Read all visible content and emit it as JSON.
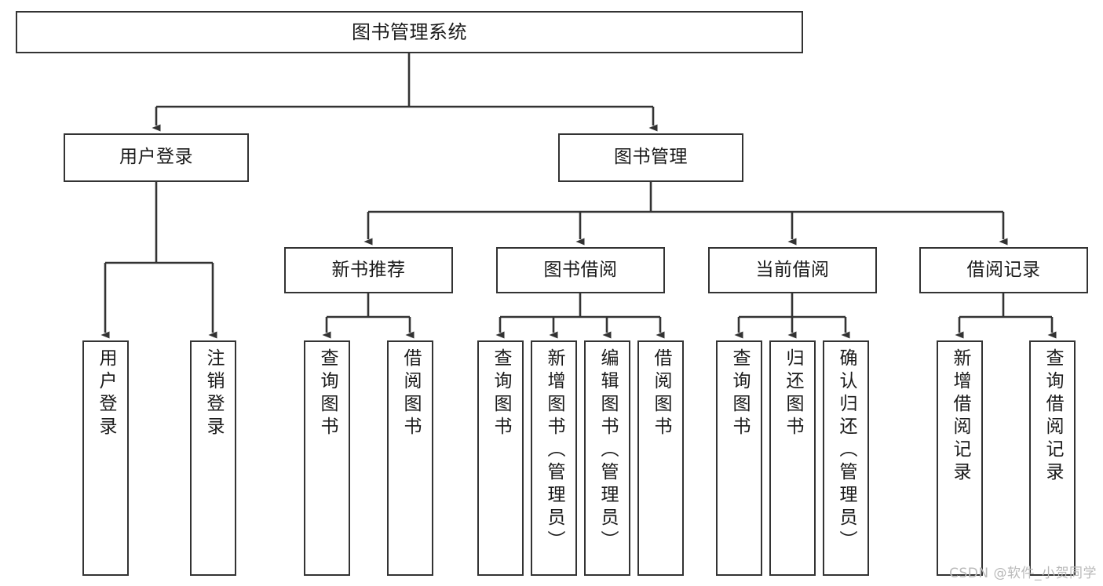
{
  "diagram": {
    "title": "图书管理系统",
    "type": "tree-hierarchy",
    "watermark": "CSDN @软件_小贺同学",
    "colors": {
      "box_border": "#333333",
      "box_fill": "#ffffff",
      "edge": "#333333",
      "text": "#1a1a1a",
      "watermark": "#b9b9b9"
    },
    "nodes": {
      "root": {
        "label": "图书管理系统"
      },
      "level2": [
        {
          "label": "用户登录"
        },
        {
          "label": "图书管理"
        }
      ],
      "level3": [
        {
          "label": "新书推荐"
        },
        {
          "label": "图书借阅"
        },
        {
          "label": "当前借阅"
        },
        {
          "label": "借阅记录"
        }
      ],
      "leaves": {
        "user_login": [
          {
            "label": "用户登录"
          },
          {
            "label": "注销登录"
          }
        ],
        "new_book_recommend": [
          {
            "label": "查询图书"
          },
          {
            "label": "借阅图书"
          }
        ],
        "book_borrow": [
          {
            "label": "查询图书"
          },
          {
            "label": "新增图书（管理员）"
          },
          {
            "label": "编辑图书（管理员）"
          },
          {
            "label": "借阅图书"
          }
        ],
        "current_borrow": [
          {
            "label": "查询图书"
          },
          {
            "label": "归还图书"
          },
          {
            "label": "确认归还（管理员）"
          }
        ],
        "borrow_record": [
          {
            "label": "新增借阅记录"
          },
          {
            "label": "查询借阅记录"
          }
        ]
      }
    }
  }
}
